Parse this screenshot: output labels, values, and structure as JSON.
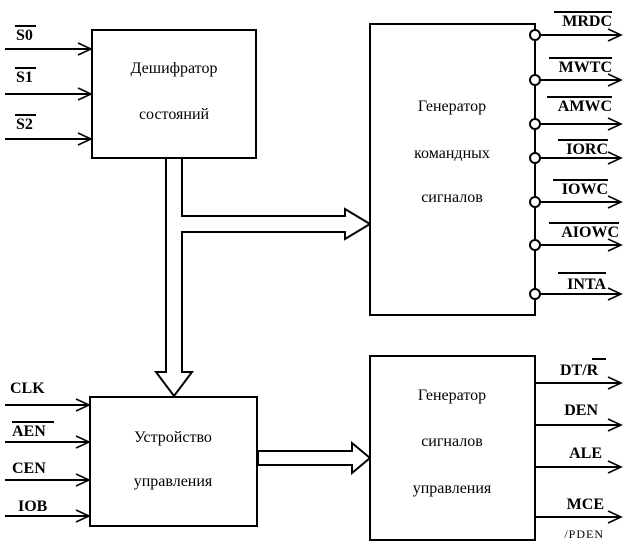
{
  "blocks": {
    "decoder": {
      "line1": "Дешифратор",
      "line2": "состояний"
    },
    "command_generator": {
      "line1": "Генератор",
      "line2": "командных",
      "line3": "сигналов"
    },
    "control_unit": {
      "line1": "Устройство",
      "line2": "управления"
    },
    "control_generator": {
      "line1": "Генератор",
      "line2": "сигналов",
      "line3": "управления"
    }
  },
  "status_inputs": [
    "S0",
    "S1",
    "S2"
  ],
  "control_inputs": [
    "CLK",
    "AEN",
    "CEN",
    "IOB"
  ],
  "command_outputs": [
    "MRDC",
    "MWTC",
    "AMWC",
    "IORC",
    "IOWC",
    "AIOWC",
    "INTA"
  ],
  "control_outputs": {
    "dtr_prefix": "DT/",
    "dtr_overbar": "R",
    "den": "DEN",
    "ale": "ALE",
    "mce": "MCE",
    "pden": "/PDEN"
  }
}
